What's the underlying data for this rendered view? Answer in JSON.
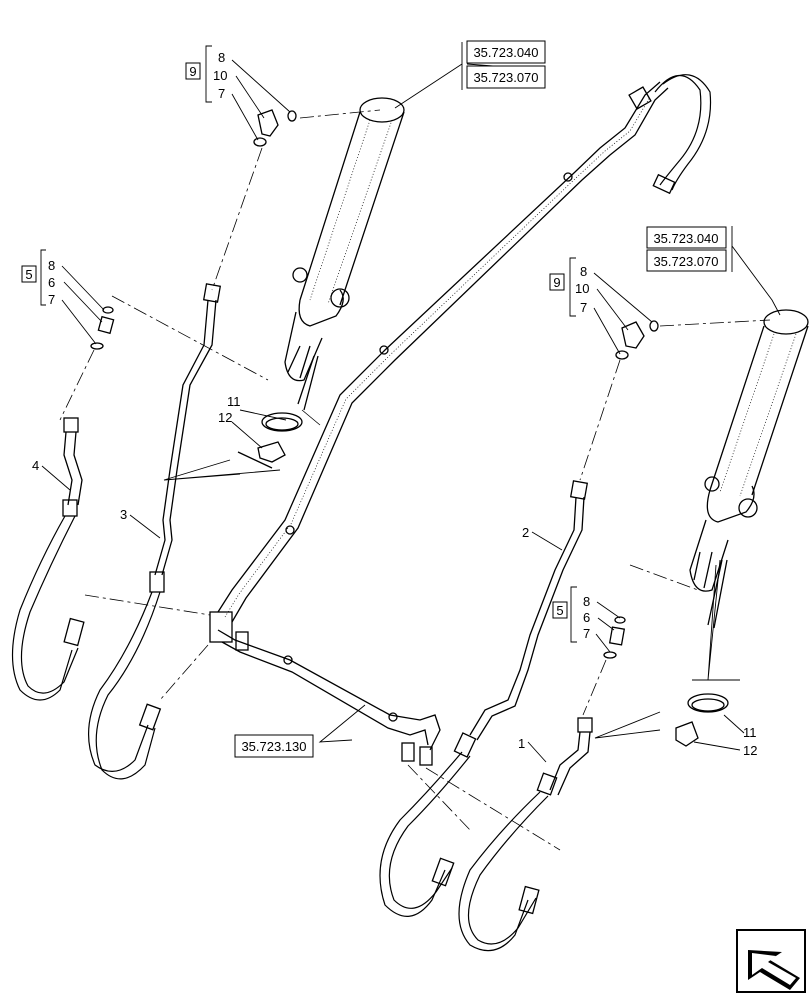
{
  "references": {
    "top_1": "35.723.040",
    "top_2": "35.723.070",
    "right_1": "35.723.040",
    "right_2": "35.723.070",
    "bottom": "35.723.130"
  },
  "groups": {
    "top": {
      "group": "9",
      "items": [
        "8",
        "10",
        "7"
      ]
    },
    "left": {
      "group": "5",
      "items": [
        "8",
        "6",
        "7"
      ]
    },
    "mid_right": {
      "group": "9",
      "items": [
        "8",
        "10",
        "7"
      ]
    },
    "lower_right": {
      "group": "5",
      "items": [
        "8",
        "6",
        "7"
      ]
    }
  },
  "callouts": {
    "left_11": "11",
    "left_12": "12",
    "right_11": "11",
    "right_12": "12",
    "hose_1": "1",
    "hose_2": "2",
    "hose_3": "3",
    "hose_4": "4"
  },
  "icons": {
    "nav": "arrow-icon"
  }
}
